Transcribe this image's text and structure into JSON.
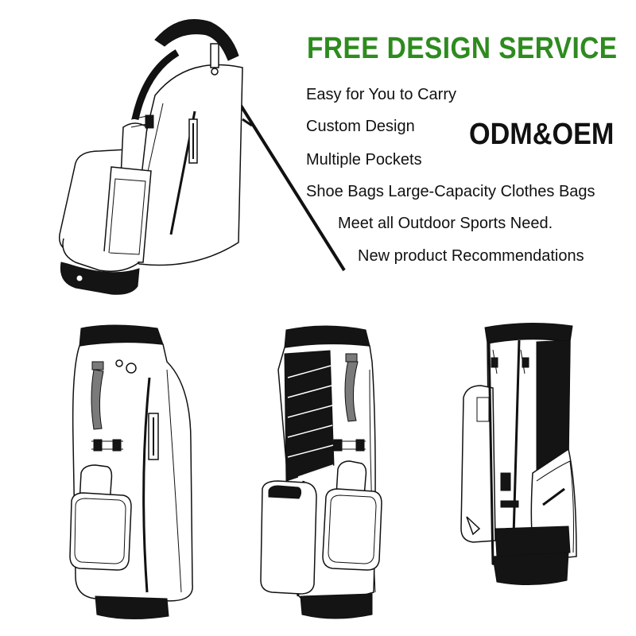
{
  "banner": {
    "title": "FREE DESIGN SERVICE",
    "badge": "ODM&OEM",
    "title_color": "#2e8b1f",
    "features": [
      "Easy for You to Carry",
      "Custom Design",
      "Multiple Pockets",
      "Shoe Bags Large-Capacity Clothes Bags",
      "Meet all Outdoor Sports Need.",
      "New product Recommendations"
    ]
  },
  "illustrations": [
    {
      "name": "golf-stand-bag-angled-view"
    },
    {
      "name": "golf-stand-bag-front-view"
    },
    {
      "name": "golf-stand-bag-front-alt-view"
    },
    {
      "name": "golf-stand-bag-side-view"
    }
  ]
}
